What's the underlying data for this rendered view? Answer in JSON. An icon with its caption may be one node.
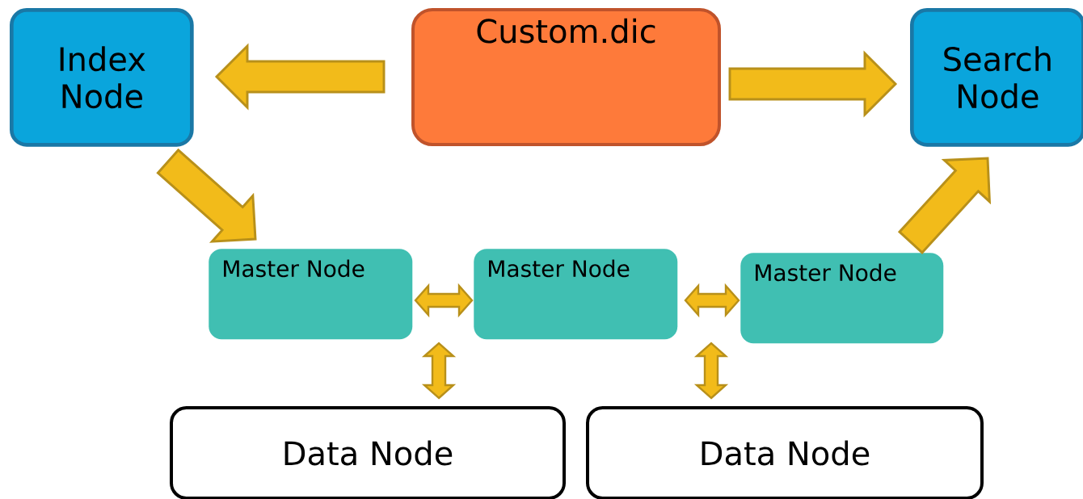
{
  "diagram": {
    "nodes": [
      {
        "text": [
          "Index Node"
        ]
      },
      {
        "text": [
          "Custom.dic"
        ]
      },
      {
        "text": [
          "Search Node"
        ]
      },
      {
        "text": [
          "Master Node"
        ]
      },
      {
        "text": [
          "Master Node"
        ]
      },
      {
        "text": [
          "Master Node"
        ]
      },
      {
        "text": [
          "Data Node"
        ]
      },
      {
        "text": [
          "Data Node"
        ]
      }
    ],
    "edges": [
      {
        "from": 1,
        "to": 0,
        "arrow": "to"
      },
      {
        "from": 1,
        "to": 2,
        "arrow": "to"
      },
      {
        "from": 0,
        "to": 3,
        "arrow": "to"
      },
      {
        "from": 5,
        "to": 2,
        "arrow": "to"
      },
      {
        "from": 3,
        "to": 4,
        "arrow": "both"
      },
      {
        "from": 4,
        "to": 5,
        "arrow": "both"
      },
      {
        "from": 6,
        "to": 3,
        "arrow": "both"
      },
      {
        "from": 7,
        "to": 4,
        "arrow": "both"
      }
    ]
  }
}
